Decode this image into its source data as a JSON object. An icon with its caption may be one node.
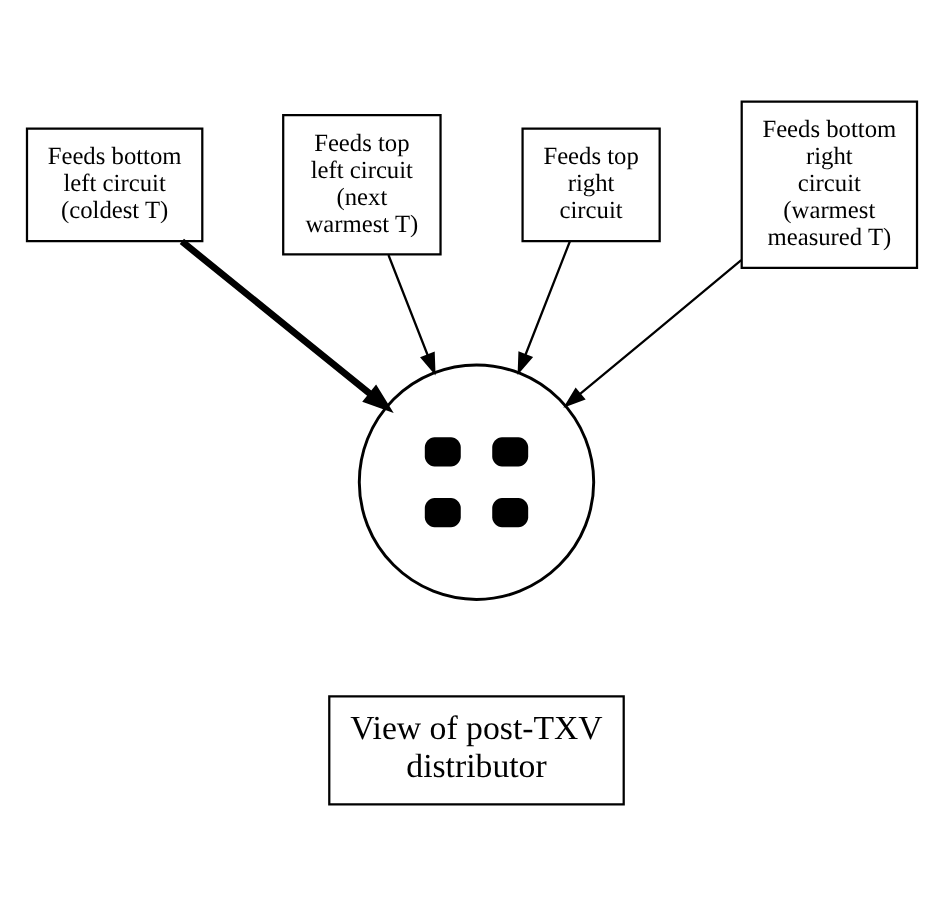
{
  "diagram": {
    "nodes": [
      {
        "text": [
          "Feeds bottom left circuit (coldest T)"
        ]
      },
      {
        "text": [
          "Feeds top left circuit (next warmest T)"
        ]
      },
      {
        "text": [],
        "shape": "circle"
      },
      {
        "text": [
          "Feeds top right circuit"
        ]
      },
      {
        "text": [
          "Feeds bottom right circuit (warmest measured T)"
        ]
      },
      {
        "text": [
          "View of post-TXV distributor"
        ]
      }
    ],
    "edges": [
      {
        "from": 0,
        "to": 2,
        "arrow": "to",
        "style": "thick"
      },
      {
        "from": 1,
        "to": 2,
        "arrow": "to"
      },
      {
        "from": 3,
        "to": 2,
        "arrow": "to"
      },
      {
        "from": 4,
        "to": 2,
        "arrow": "to"
      }
    ]
  }
}
